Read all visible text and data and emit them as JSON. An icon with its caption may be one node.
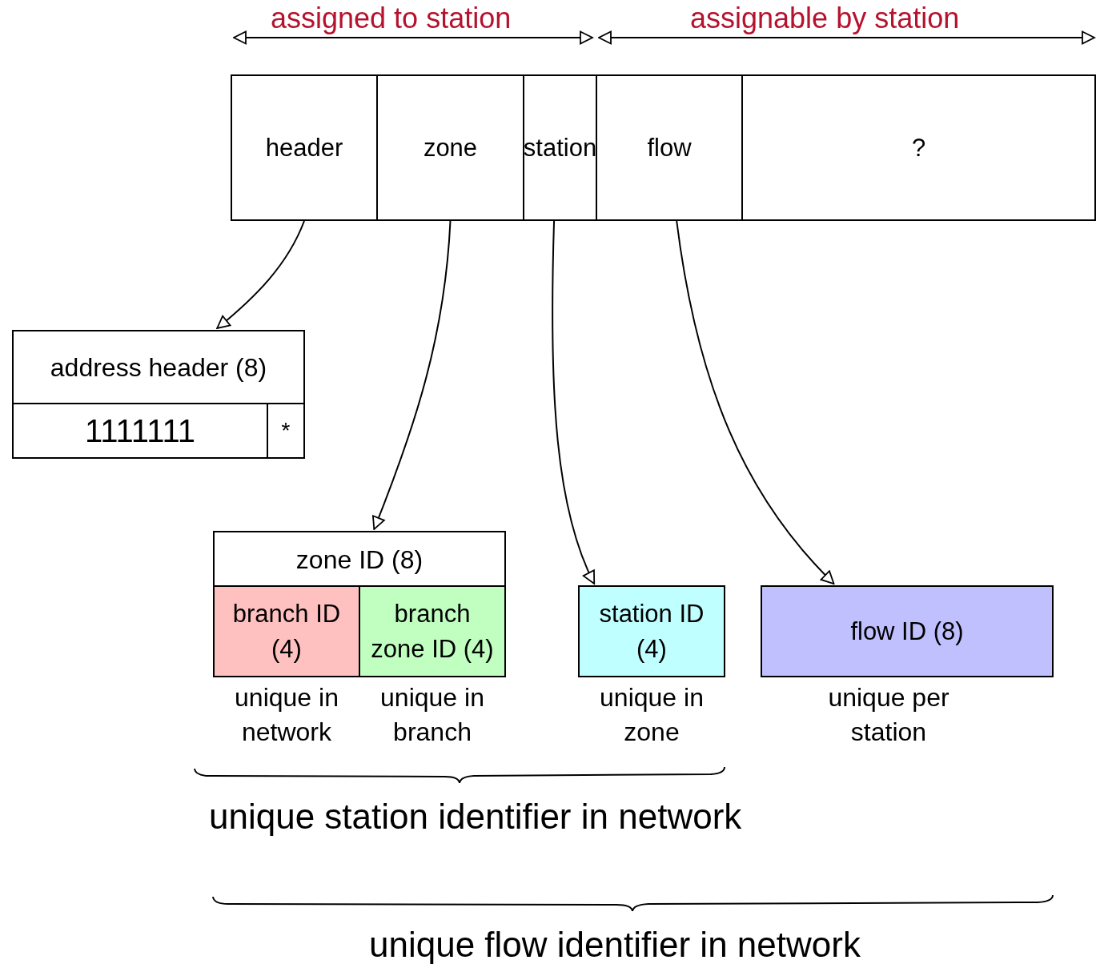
{
  "diagram": {
    "nodes": [
      {
        "text": [
          "header"
        ]
      },
      {
        "text": [
          "zone"
        ]
      },
      {
        "text": [
          "station"
        ]
      },
      {
        "text": [
          "flow"
        ]
      },
      {
        "text": [
          "?"
        ]
      },
      {
        "text": [
          "address header (8)"
        ]
      },
      {
        "text": [
          "1111111"
        ],
        "in": 5
      },
      {
        "text": [
          "*"
        ],
        "in": 5
      },
      {
        "text": [
          "zone ID (8)"
        ]
      },
      {
        "text": [
          "branch ID (4)"
        ],
        "in": 8,
        "beside": [
          "unique in network"
        ]
      },
      {
        "text": [
          "branch zone ID (4)"
        ],
        "in": 8,
        "beside": [
          "unique in branch"
        ]
      },
      {
        "text": [
          "station ID (4)"
        ],
        "beside": [
          "unique in zone"
        ]
      },
      {
        "text": [
          "flow ID (8)"
        ],
        "beside": [
          "unique per station"
        ]
      }
    ],
    "edges": [
      {
        "from": 0,
        "to": 5,
        "arrow": "to"
      },
      {
        "from": 1,
        "to": 8,
        "arrow": "to"
      },
      {
        "from": 2,
        "to": 11,
        "arrow": "to"
      },
      {
        "from": 3,
        "to": 12,
        "arrow": "to"
      }
    ],
    "labels": [
      "assigned to station",
      "assignable by station",
      "unique station identifier in network",
      "unique flow identifier in network"
    ]
  }
}
